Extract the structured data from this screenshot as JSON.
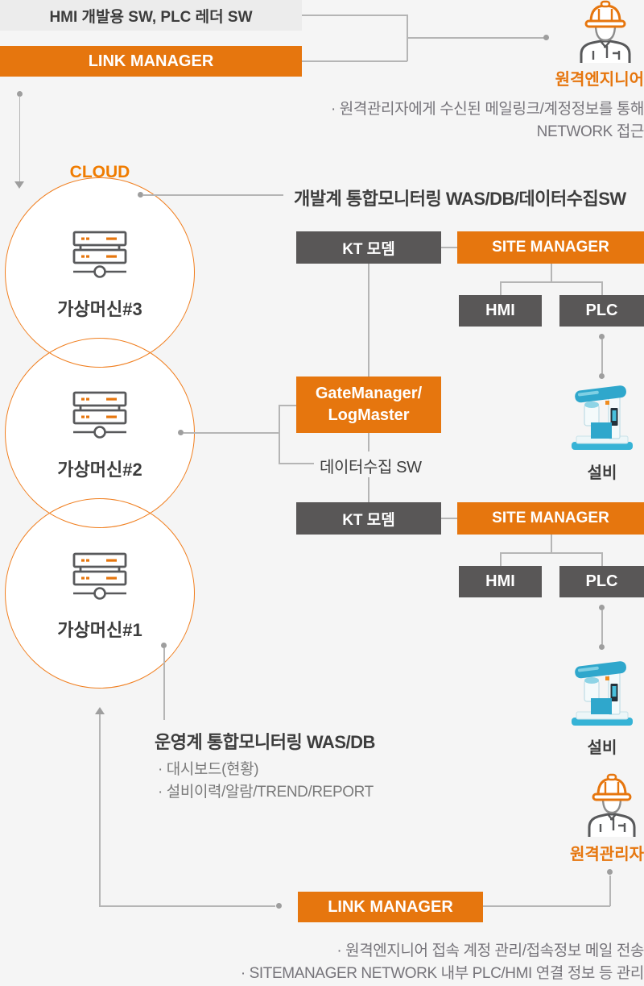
{
  "colors": {
    "orange": "#E6760E",
    "dark_box": "#595757",
    "background": "#F5F5F5",
    "line_gray": "#B5B5B5",
    "circle_stroke": "#F07E1E",
    "equipment_teal": "#2FA7CC"
  },
  "top": {
    "dev_sw_box": "HMI 개발용 SW, PLC 레더 SW",
    "link_manager": "LINK MANAGER",
    "engineer_label": "원격엔지니어",
    "note_line1": "· 원격관리자에게 수신된 메일링크/계정정보를 통해",
    "note_line2": "NETWORK 접근"
  },
  "cloud": {
    "label": "CLOUD",
    "vm3": "가상머신#3",
    "vm2": "가상머신#2",
    "vm1": "가상머신#1"
  },
  "dev_section": {
    "heading": "개발계 통합모니터링 WAS/DB/데이터수집SW",
    "kt_modem": "KT 모뎀",
    "site_manager": "SITE MANAGER",
    "hmi": "HMI",
    "plc": "PLC",
    "equipment": "설비"
  },
  "gate": {
    "box_line1": "GateManager/",
    "box_line2": "LogMaster",
    "data_sw": "데이터수집 SW"
  },
  "ops_section": {
    "heading": "운영계 통합모니터링 WAS/DB",
    "bullet1": "· 대시보드(현황)",
    "bullet2": "· 설비이력/알람/TREND/REPORT",
    "kt_modem": "KT 모뎀",
    "site_manager": "SITE MANAGER",
    "hmi": "HMI",
    "plc": "PLC",
    "equipment": "설비",
    "manager_label": "원격관리자"
  },
  "bottom": {
    "link_manager": "LINK MANAGER",
    "note_line1": "· 원격엔지니어 접속 계정 관리/접속정보 메일 전송",
    "note_line2": "· SITEMANAGER NETWORK 내부 PLC/HMI 연결 정보 등 관리"
  }
}
